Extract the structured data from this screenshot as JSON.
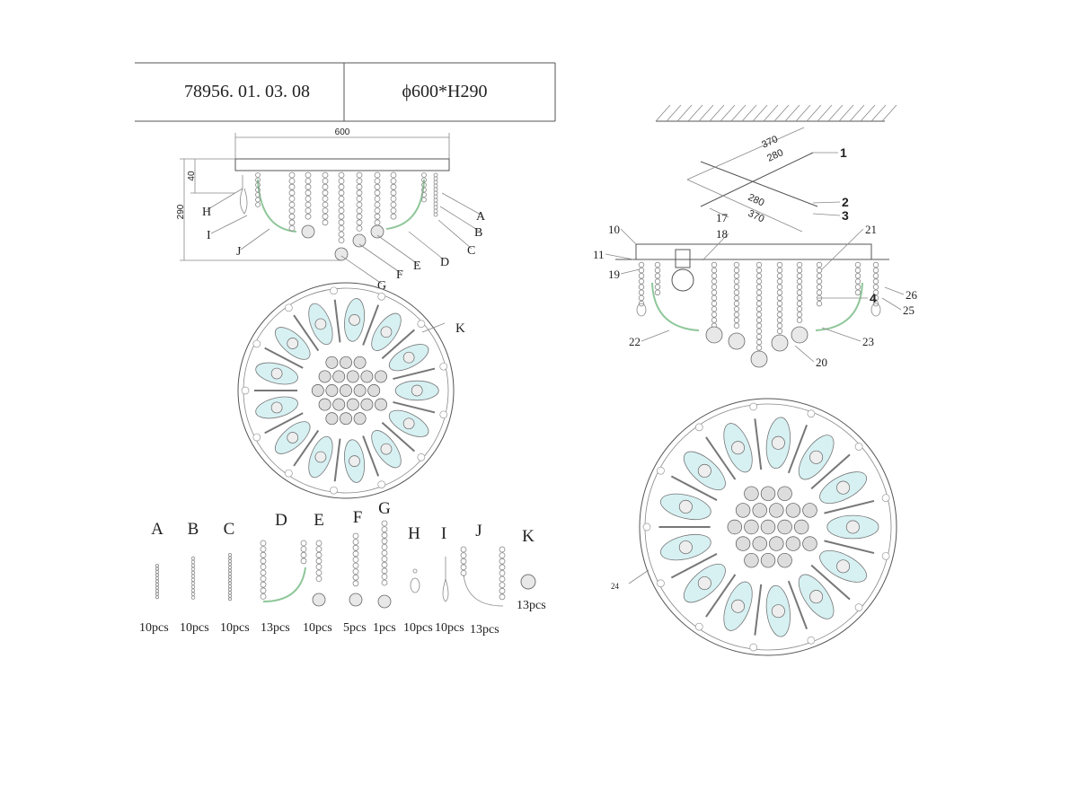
{
  "header": {
    "model_number": "78956. 01. 03. 08",
    "dimensions": "ϕ600*H290"
  },
  "left_elevation": {
    "dim_width": "600",
    "dim_height": "290",
    "dim_canopy": "40",
    "labels": [
      "H",
      "I",
      "J",
      "G",
      "F",
      "E",
      "D",
      "C",
      "B",
      "A"
    ]
  },
  "left_plan": {
    "label": "K"
  },
  "parts": [
    {
      "letter": "A",
      "qty": "10pcs"
    },
    {
      "letter": "B",
      "qty": "10pcs"
    },
    {
      "letter": "C",
      "qty": "10pcs"
    },
    {
      "letter": "D",
      "qty": "13pcs"
    },
    {
      "letter": "E",
      "qty": "10pcs"
    },
    {
      "letter": "F",
      "qty": "5pcs"
    },
    {
      "letter": "G",
      "qty": "1pcs"
    },
    {
      "letter": "H",
      "qty": "10pcs"
    },
    {
      "letter": "I",
      "qty": "10pcs"
    },
    {
      "letter": "J",
      "qty": "13pcs"
    },
    {
      "letter": "K",
      "qty": "13pcs"
    }
  ],
  "right_assembly": {
    "dims": [
      "370",
      "280",
      "280",
      "370"
    ],
    "callouts": [
      "1",
      "2",
      "3",
      "17",
      "18",
      "10",
      "11",
      "19",
      "21",
      "26",
      "4",
      "25",
      "22",
      "23",
      "20"
    ]
  },
  "right_plan": {
    "label": "24"
  },
  "colors": {
    "accent_green": "#8fc79a",
    "crystal_cyan": "#d7f1f3"
  }
}
